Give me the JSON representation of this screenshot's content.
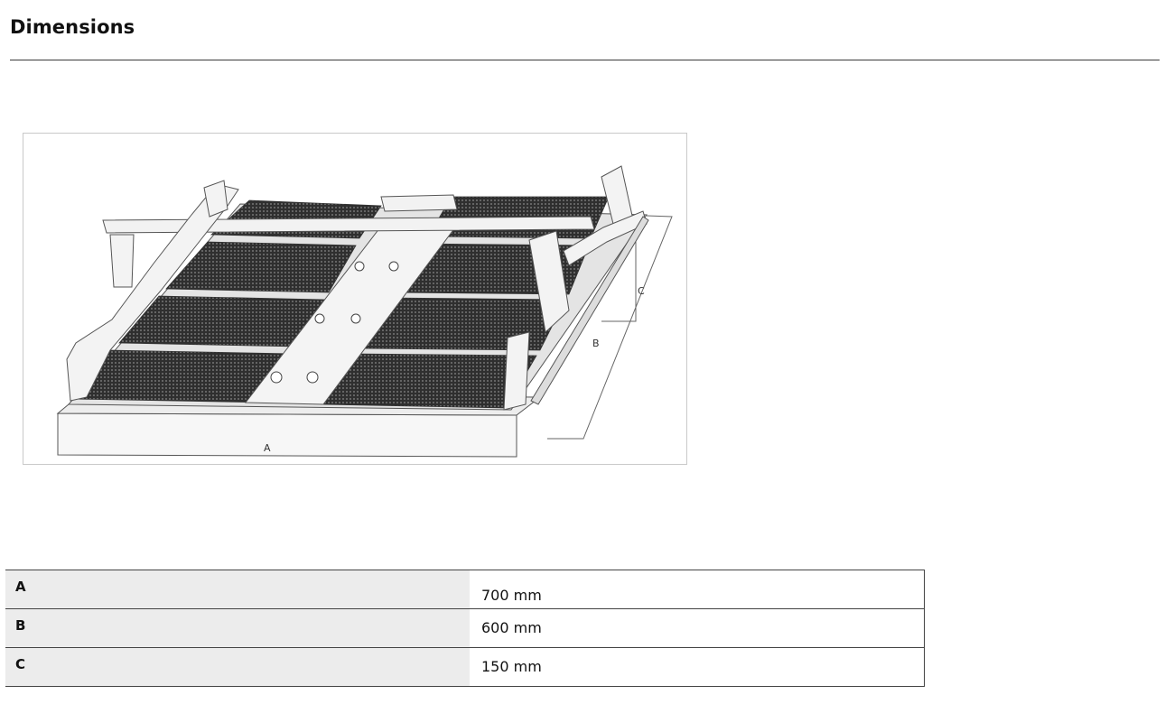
{
  "header": {
    "title": "Dimensions"
  },
  "figure": {
    "label_a": "A",
    "label_b": "B",
    "label_c": "C"
  },
  "table": {
    "rows": [
      {
        "key": "A",
        "value": "700 mm"
      },
      {
        "key": "B",
        "value": "600 mm"
      },
      {
        "key": "C",
        "value": "150 mm"
      }
    ]
  }
}
